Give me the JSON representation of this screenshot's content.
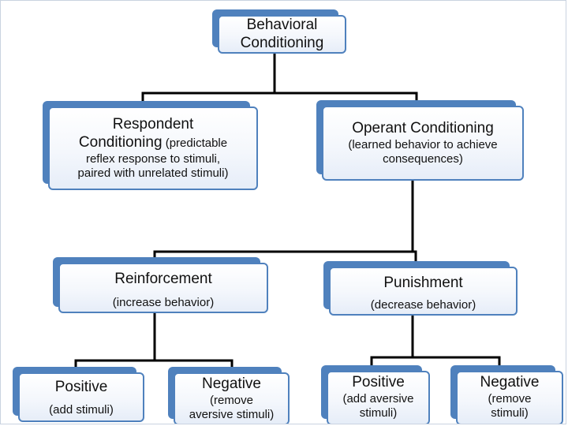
{
  "root": {
    "line1": "Behavioral",
    "line2": "Conditioning"
  },
  "respondent": {
    "line1": "Respondent",
    "line2_main": "Conditioning",
    "line2_sub": " (predictable",
    "line3": "reflex response to stimuli,",
    "line4": "paired with unrelated stimuli)"
  },
  "operant": {
    "title": "Operant Conditioning",
    "line2": "(learned behavior to achieve",
    "line3": "consequences)"
  },
  "reinforcement": {
    "title": "Reinforcement",
    "desc": "(increase behavior)"
  },
  "punishment": {
    "title": "Punishment",
    "desc": "(decrease behavior)"
  },
  "reinf_positive": {
    "title": "Positive",
    "desc": "(add stimuli)"
  },
  "reinf_negative": {
    "title": "Negative",
    "line2": "(remove",
    "line3": "aversive stimuli)"
  },
  "pun_positive": {
    "title": "Positive",
    "line2": "(add aversive",
    "line3": "stimuli)"
  },
  "pun_negative": {
    "title": "Negative",
    "line2": "(remove",
    "line3": "stimuli)"
  },
  "colors": {
    "accent": "#4f81bd",
    "connector": "#000000"
  }
}
